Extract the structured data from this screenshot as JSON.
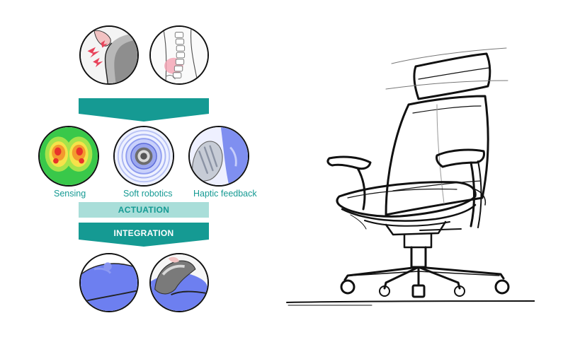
{
  "stages": [
    {
      "label": "Sensing"
    },
    {
      "label": "Soft robotics"
    },
    {
      "label": "Haptic feedback"
    }
  ],
  "bands": {
    "actuation": "ACTUATION",
    "integration": "INTEGRATION"
  },
  "colors": {
    "teal": "#159a93",
    "light_teal": "#a9ded9",
    "outline": "#111111",
    "cushion_blue": "#6d7ff0"
  }
}
